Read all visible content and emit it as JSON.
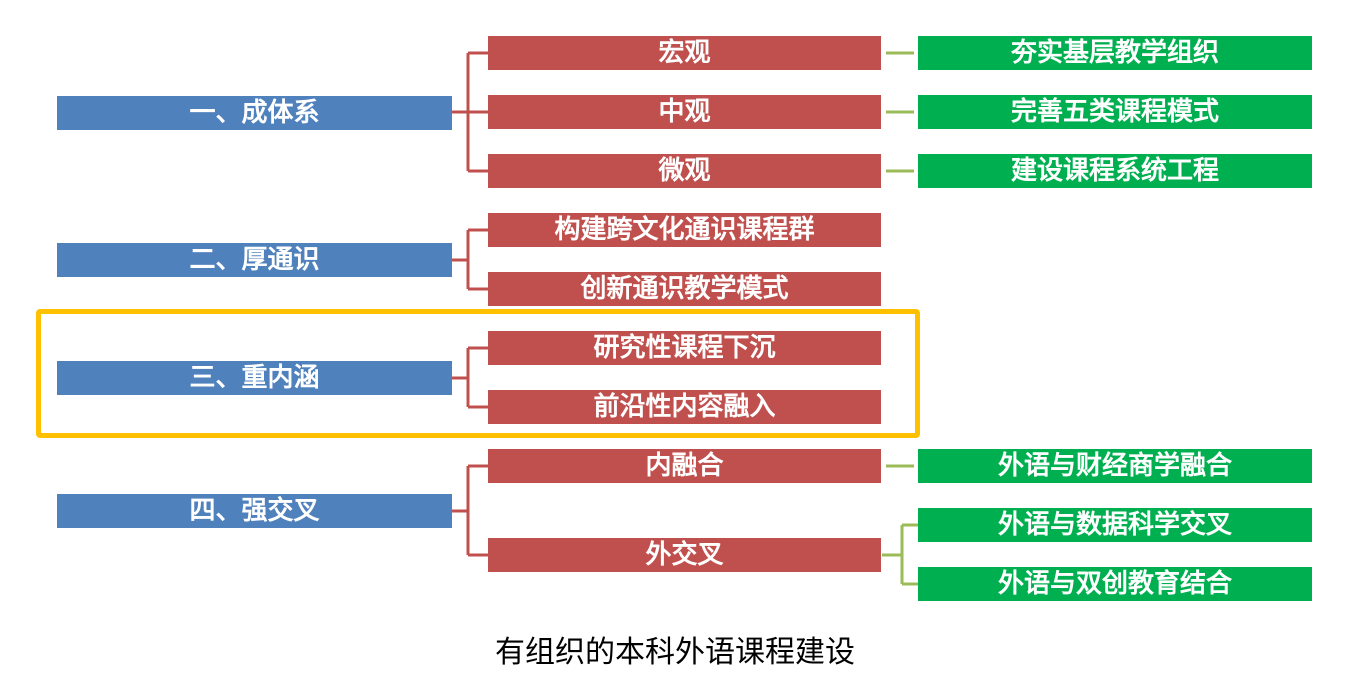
{
  "colors": {
    "level1": "#4f81bd",
    "level2": "#c0504d",
    "level3": "#00b050",
    "connector_red": "#c0504d",
    "connector_green": "#9bbb59",
    "highlight": "#ffc000"
  },
  "groups": [
    {
      "label": "一、成体系",
      "children": [
        {
          "label": "宏观",
          "details": [
            "夯实基层教学组织"
          ]
        },
        {
          "label": "中观",
          "details": [
            "完善五类课程模式"
          ]
        },
        {
          "label": "微观",
          "details": [
            "建设课程系统工程"
          ]
        }
      ]
    },
    {
      "label": "二、厚通识",
      "children": [
        {
          "label": "构建跨文化通识课程群",
          "details": []
        },
        {
          "label": "创新通识教学模式",
          "details": []
        }
      ]
    },
    {
      "label": "三、重内涵",
      "highlighted": true,
      "children": [
        {
          "label": "研究性课程下沉",
          "details": []
        },
        {
          "label": "前沿性内容融入",
          "details": []
        }
      ]
    },
    {
      "label": "四、强交叉",
      "children": [
        {
          "label": "内融合",
          "details": [
            "外语与财经商学融合"
          ]
        },
        {
          "label": "外交叉",
          "details": [
            "外语与数据科学交叉",
            "外语与双创教育结合"
          ]
        }
      ]
    }
  ],
  "caption": "有组织的本科外语课程建设"
}
